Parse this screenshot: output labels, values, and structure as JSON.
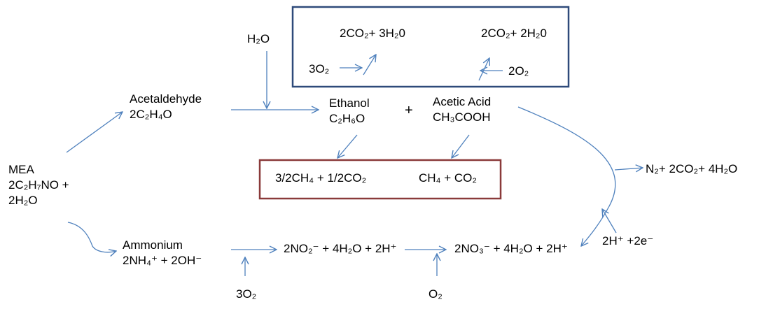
{
  "colors": {
    "arrow": "#4f81bd",
    "oxidation_box": "#2e4a7a",
    "methane_box": "#8a3a3a",
    "text": "#000000"
  },
  "nodes": {
    "mea": {
      "name": "MEA",
      "formula": "2C₂H₇NO +",
      "water": "2H₂O"
    },
    "acetaldehyde": {
      "name": "Acetaldehyde",
      "formula": "2C₂H₄O"
    },
    "ethanol": {
      "name": "Ethanol",
      "formula": "C₂H₆O"
    },
    "acetic_acid": {
      "name": "Acetic Acid",
      "formula": "CH₃COOH"
    },
    "plus": "+",
    "water_input": "H₂O",
    "ammonium": {
      "name": "Ammonium",
      "formula": "2NH₄⁺ + 2OH⁻"
    },
    "nitrite": "2NO₂⁻ + 4H₂O + 2H⁺",
    "nitrate": "2NO₃⁻ + 4H₂O + 2H⁺",
    "oxygen_3": "3O₂",
    "oxygen_1": "O₂",
    "electrons": "2H⁺ +2e⁻",
    "nitrogen_product": "N₂+ 2CO₂+ 4H₂O"
  },
  "oxidation_box": {
    "ethanol_products": "2CO₂+ 3H₂0",
    "acetic_products": "2CO₂+ 2H₂0",
    "ethanol_oxygen": "3O₂",
    "acetic_oxygen": "2O₂"
  },
  "methane_box": {
    "ethanol_products": "3/2CH₄ + 1/2CO₂",
    "acetic_products": "CH₄ + CO₂"
  }
}
